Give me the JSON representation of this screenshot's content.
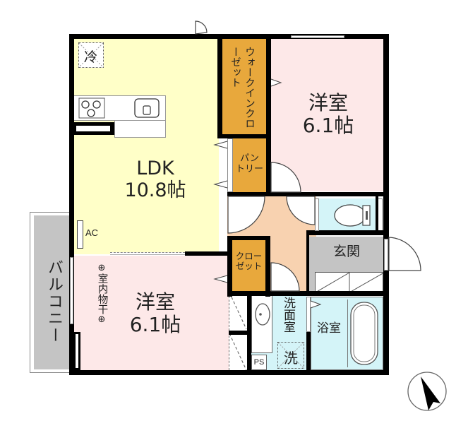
{
  "floorplan": {
    "colors": {
      "ldk": "#ffffc8",
      "bedroom": "#fde8e8",
      "closet": "#e8a83c",
      "hall": "#f8d2b0",
      "wet": "#d4f4f8",
      "entrance": "#c4c4c4",
      "balcony": "#c4c4c4",
      "wall": "#000000"
    },
    "rooms": {
      "ldk": {
        "name": "LDK",
        "size": "10.8帖"
      },
      "bedroom_ne": {
        "name": "洋室",
        "size": "6.1帖"
      },
      "bedroom_sw": {
        "name": "洋室",
        "size": "6.1帖"
      },
      "walk_in_closet": {
        "name": "ウォークインクローゼット"
      },
      "pantry": {
        "name": "パントリー",
        "line1": "パン",
        "line2": "トリー"
      },
      "closet": {
        "name": "クローゼット",
        "line1": "クロー",
        "line2": "ゼット"
      },
      "entrance": {
        "name": "玄関"
      },
      "washroom": {
        "name": "洗面室"
      },
      "bathroom": {
        "name": "浴室"
      },
      "balcony": {
        "name": "バルコニー"
      }
    },
    "fixtures": {
      "fridge": "冷",
      "aircon": "AC",
      "washer": "洗",
      "pipe_space": "PS",
      "indoor_drying": "室内物干",
      "drying_marker": "⊕"
    },
    "compass": {
      "label": "north-arrow"
    }
  }
}
